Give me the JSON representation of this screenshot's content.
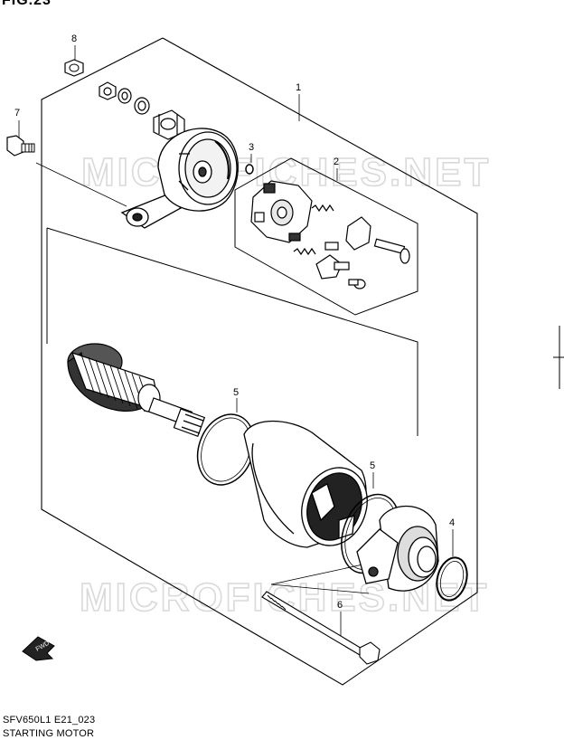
{
  "figure_label": "FIG.23",
  "watermark": "MICROFICHES.NET",
  "callouts": {
    "c8": "8",
    "c7": "7",
    "c1": "1",
    "c3": "3",
    "c2": "2",
    "c5a": "5",
    "c5b": "5",
    "c4": "4",
    "c6": "6"
  },
  "fwd_label": "FWD",
  "footer": {
    "code": "SFV650L1 E21_023",
    "title": "STARTING MOTOR"
  }
}
